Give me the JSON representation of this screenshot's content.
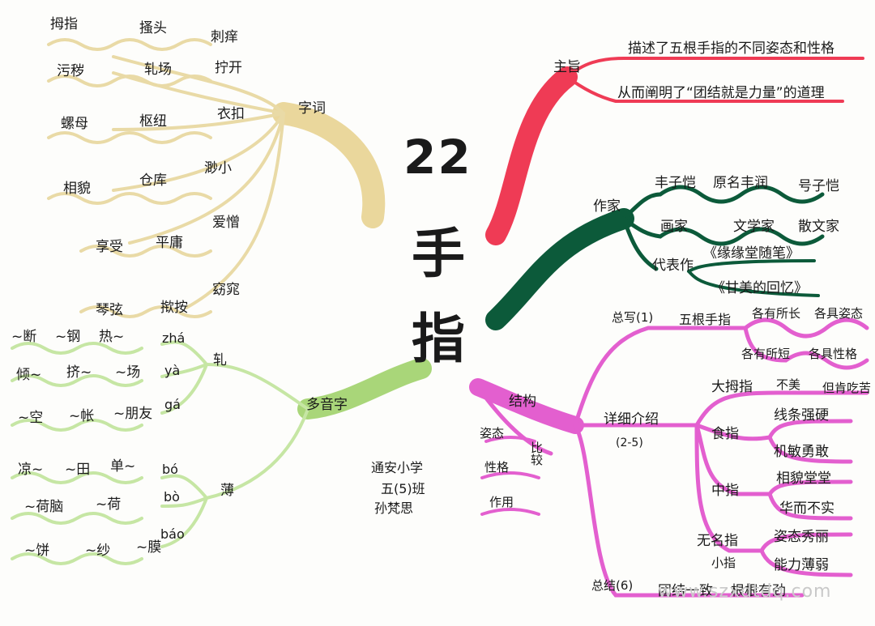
{
  "title": {
    "number": "22",
    "char1": "手",
    "char2": "指"
  },
  "left_top": {
    "branch": "字词",
    "words": [
      "拇指",
      "搔头",
      "刺痒",
      "污秽",
      "轧场",
      "拧开",
      "螺母",
      "枢纽",
      "衣扣",
      "相貌",
      "仓库",
      "渺小",
      "享受",
      "平庸",
      "爱憎",
      "窈窕",
      "琴弦",
      "揿按"
    ]
  },
  "left_bottom": {
    "branch": "多音字",
    "zha": {
      "char": "轧",
      "pinyin": [
        "zhá",
        "yà",
        "gá"
      ],
      "words": [
        "~断",
        "~钢",
        "热~",
        "倾~",
        "挤~",
        "~场",
        "~空",
        "~帐",
        "~朋友"
      ]
    },
    "bo": {
      "char": "薄",
      "pinyin": [
        "bó",
        "bò",
        "báo"
      ],
      "words": [
        "凉~",
        "~田",
        "单~",
        "~荷脑",
        "~荷",
        "~饼",
        "~纱",
        "~膜"
      ]
    }
  },
  "signature": {
    "school": "通安小学",
    "class": "五(5)班",
    "name": "孙梵思"
  },
  "right_top": {
    "branch": "主旨",
    "lines": [
      "描述了五根手指的不同姿态和性格",
      "从而阐明了“团结就是力量”的道理"
    ]
  },
  "right_mid": {
    "branch": "作家",
    "row1": [
      "丰子恺",
      "原名丰润",
      "号子恺"
    ],
    "row2": [
      "画家",
      "文学家",
      "散文家"
    ],
    "works_label": "代表作",
    "works": [
      "《缘缘堂随笔》",
      "《甘美的回忆》"
    ]
  },
  "right_bottom": {
    "branch": "结构",
    "method": [
      "姿态",
      "性格",
      "作用"
    ],
    "method_verb": "比较",
    "total_write": "总写(1)",
    "five_fingers": "五根手指",
    "five_traits": [
      "各有所长",
      "各具姿态",
      "各有所短",
      "各具性格"
    ],
    "detail": "详细介绍",
    "detail_range": "(2-5)",
    "fingers": [
      {
        "name": "大拇指",
        "traits": [
          "不美",
          "但肯吃苦"
        ]
      },
      {
        "name": "食指",
        "traits": [
          "线条强硬",
          "机敏勇敢"
        ]
      },
      {
        "name": "中指",
        "traits": [
          "相貌堂堂",
          "华而不实"
        ]
      },
      {
        "name": "无名指",
        "traits": [
          "姿态秀丽",
          "能力薄弱"
        ]
      },
      {
        "name": "小指",
        "traits": []
      }
    ],
    "summary": "总结(6)",
    "summary_points": [
      "团结一致",
      "根根有劲"
    ]
  },
  "watermark": "www.szxdtdq.com",
  "colors": {
    "yellow": "#e6d49a",
    "green_light": "#a9d679",
    "red": "#ef3b55",
    "green_dark": "#0c5a3a",
    "pink": "#e35fcf"
  }
}
